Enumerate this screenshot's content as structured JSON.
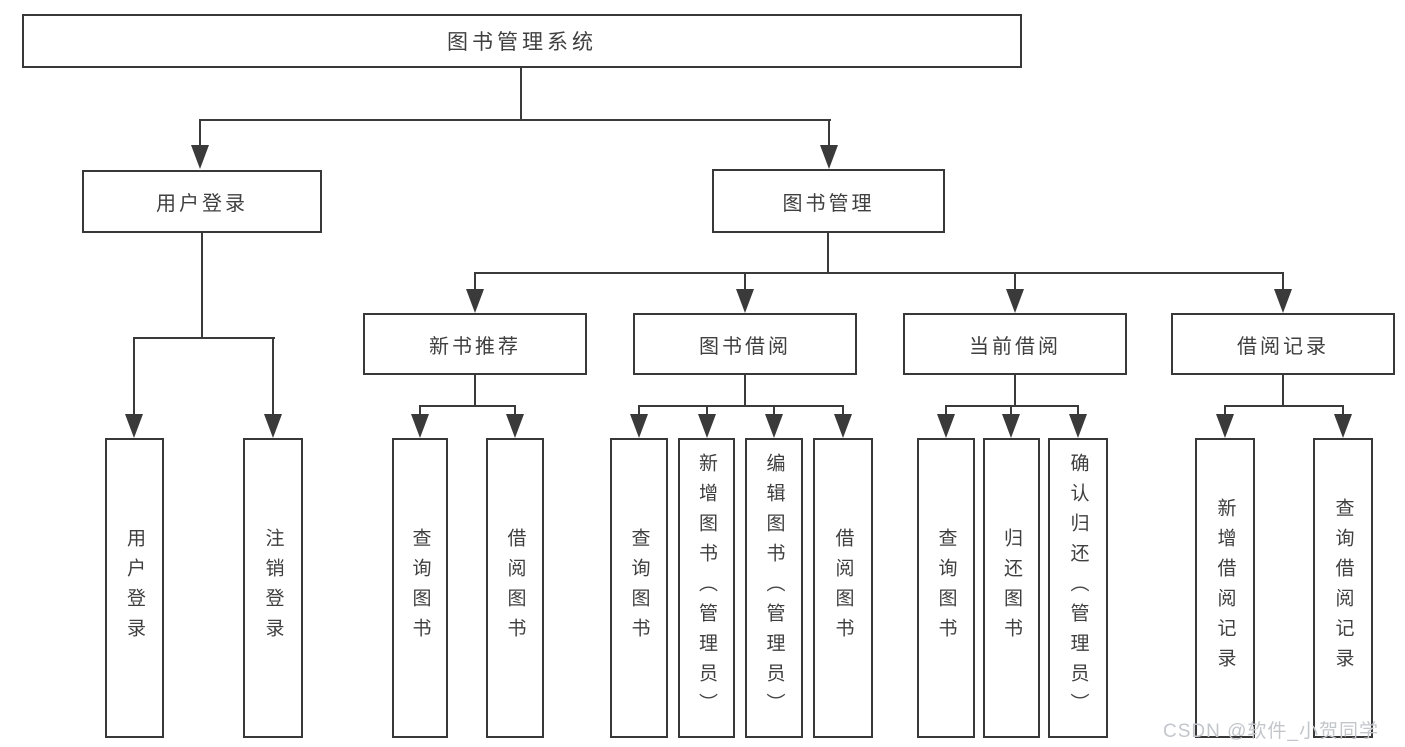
{
  "diagram_title": "图书管理系统",
  "tree": {
    "label": "图书管理系统",
    "children": [
      {
        "label": "用户登录",
        "children": [
          {
            "label": "用户登录"
          },
          {
            "label": "注销登录"
          }
        ]
      },
      {
        "label": "图书管理",
        "children": [
          {
            "label": "新书推荐",
            "children": [
              {
                "label": "查询图书"
              },
              {
                "label": "借阅图书"
              }
            ]
          },
          {
            "label": "图书借阅",
            "children": [
              {
                "label": "查询图书"
              },
              {
                "label": "新增图书（管理员）"
              },
              {
                "label": "编辑图书（管理员）"
              },
              {
                "label": "借阅图书"
              }
            ]
          },
          {
            "label": "当前借阅",
            "children": [
              {
                "label": "查询图书"
              },
              {
                "label": "归还图书"
              },
              {
                "label": "确认归还（管理员）"
              }
            ]
          },
          {
            "label": "借阅记录",
            "children": [
              {
                "label": "新增借阅记录"
              },
              {
                "label": "查询借阅记录"
              }
            ]
          }
        ]
      }
    ]
  },
  "watermark": {
    "text": "CSDN @软件_小贺同学"
  },
  "colors": {
    "line": "#3a3a3a",
    "border": "#383838",
    "text": "#3f3f3f",
    "background": "#ffffff",
    "watermark": "#c3c7cc"
  }
}
